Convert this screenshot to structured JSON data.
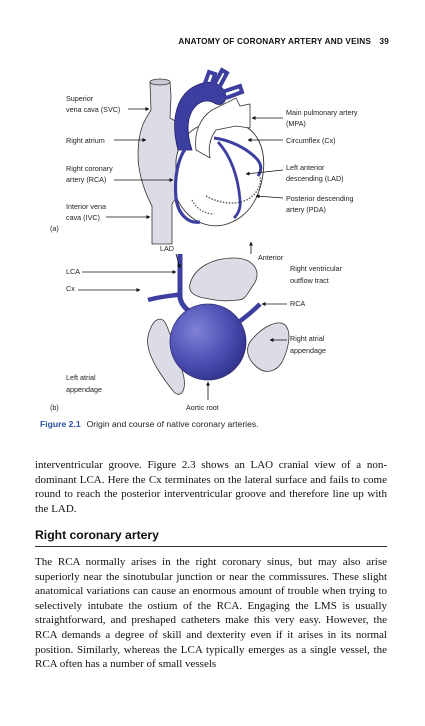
{
  "header": {
    "title": "ANATOMY OF CORONARY ARTERY AND VEINS",
    "page": "39"
  },
  "figure": {
    "panel_a": {
      "tag": "(a)",
      "labels": {
        "svc_1": "Superior",
        "svc_2": "vena cava (SVC)",
        "ra": "Right atrium",
        "rca_1": "Right coronary",
        "rca_2": "artery (RCA)",
        "ivc_1": "Interior vena",
        "ivc_2": "cava (IVC)",
        "mpa_1": "Main pulmonary artery",
        "mpa_2": "(MPA)",
        "cx": "Circumflex (Cx)",
        "lad_1": "Left anterior",
        "lad_2": "descending (LAD)",
        "pda_1": "Posterior descending",
        "pda_2": "artery (PDA)"
      }
    },
    "panel_b": {
      "tag": "(b)",
      "labels": {
        "lad": "LAD",
        "anterior": "Anterior",
        "lca": "LCA",
        "cx": "Cx",
        "rvot_1": "Right ventricular",
        "rvot_2": "outflow tract",
        "rca": "RCA",
        "raa_1": "Right atrial",
        "raa_2": "appendage",
        "laa_1": "Left atrial",
        "laa_2": "appendage",
        "aortic_root": "Aortic root"
      }
    },
    "caption_number": "Figure 2.1",
    "caption_text": "Origin and course of native coronary arteries."
  },
  "body": {
    "paragraph_1": "interventricular groove. Figure 2.3 shows an LAO cranial view of a non-dominant LCA. Here the Cx terminates on the lateral surface and fails to come round to reach the posterior interventricular groove and therefore line up with the LAD.",
    "section_heading": "Right coronary artery",
    "paragraph_2": "The RCA normally arises in the right coronary sinus, but may also arise superiorly near the sinotubular junction or near the commissures. These slight anatomical variations can cause an enormous amount of trouble when trying to selectively intubate the ostium of the RCA. Engaging the LMS is usually straightforward, and preshaped catheters make this very easy. However, the RCA demands a degree of skill and dexterity even if it arises in its normal position. Similarly, whereas the LCA typically emerges as a single vessel, the RCA often has a number of small vessels"
  },
  "colors": {
    "vessel_blue": "#3d3fa0",
    "grey_fill": "#dcdce6",
    "caption_blue": "#2b50a0"
  }
}
